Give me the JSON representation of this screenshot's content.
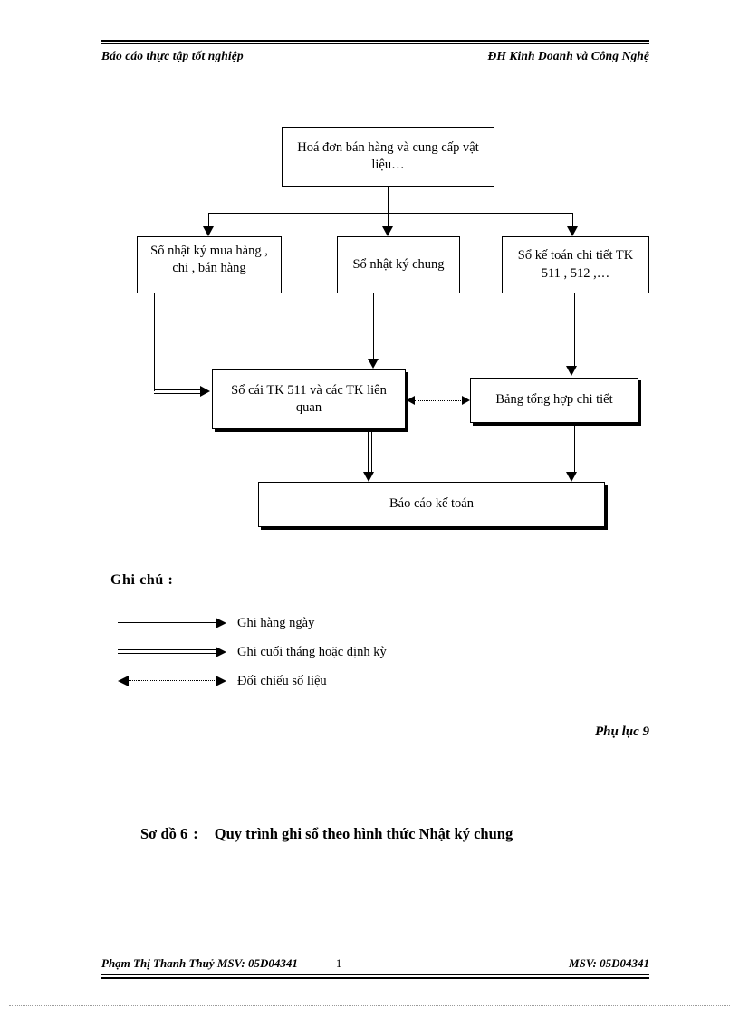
{
  "header": {
    "left": "Báo cáo thực tập tốt nghiệp",
    "right": "ĐH Kinh Doanh và Công Nghệ"
  },
  "diagram": {
    "nodes": {
      "invoice": "Hoá đơn bán hàng và cung cấp vật liệu…",
      "journal_purchase": "Sổ nhật ký mua hàng , chi , bán hàng",
      "journal_general": "Sổ nhật ký chung",
      "detail_ledger": "Sổ kế toán chi tiết TK 511 , 512 ,…",
      "ledger_511": "Sổ cái TK 511 và các TK liên quan",
      "summary": "Bảng tổng hợp chi tiết",
      "report": "Báo cáo kế toán"
    }
  },
  "legend": {
    "title": "Ghi chú :",
    "items": [
      {
        "label": "Ghi hàng ngày",
        "style": "thin-arrow"
      },
      {
        "label": "Ghi cuối tháng hoặc định kỳ",
        "style": "double-arrow"
      },
      {
        "label": "Đối chiếu số liệu",
        "style": "dotted-double-headed-arrow"
      }
    ]
  },
  "annex": "Phụ lục 9",
  "caption": {
    "number": "Sơ đồ 6",
    "separator": ":",
    "text": "Quy trình ghi sổ theo hình thức Nhật ký chung"
  },
  "footer": {
    "left": "Phạm Thị Thanh Thuỷ  MSV: 05D04341",
    "page": "1",
    "right": "MSV: 05D04341"
  }
}
